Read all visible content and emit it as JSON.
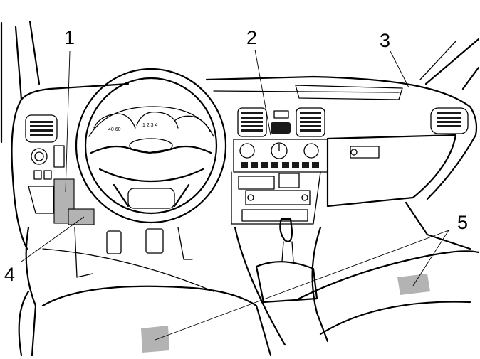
{
  "callouts": [
    {
      "id": "1",
      "label": "1"
    },
    {
      "id": "2",
      "label": "2"
    },
    {
      "id": "3",
      "label": "3"
    },
    {
      "id": "4",
      "label": "4"
    },
    {
      "id": "5",
      "label": "5"
    }
  ],
  "colors": {
    "line": "#000000",
    "highlight_zone": "#b3b3b3",
    "background": "#ffffff"
  }
}
